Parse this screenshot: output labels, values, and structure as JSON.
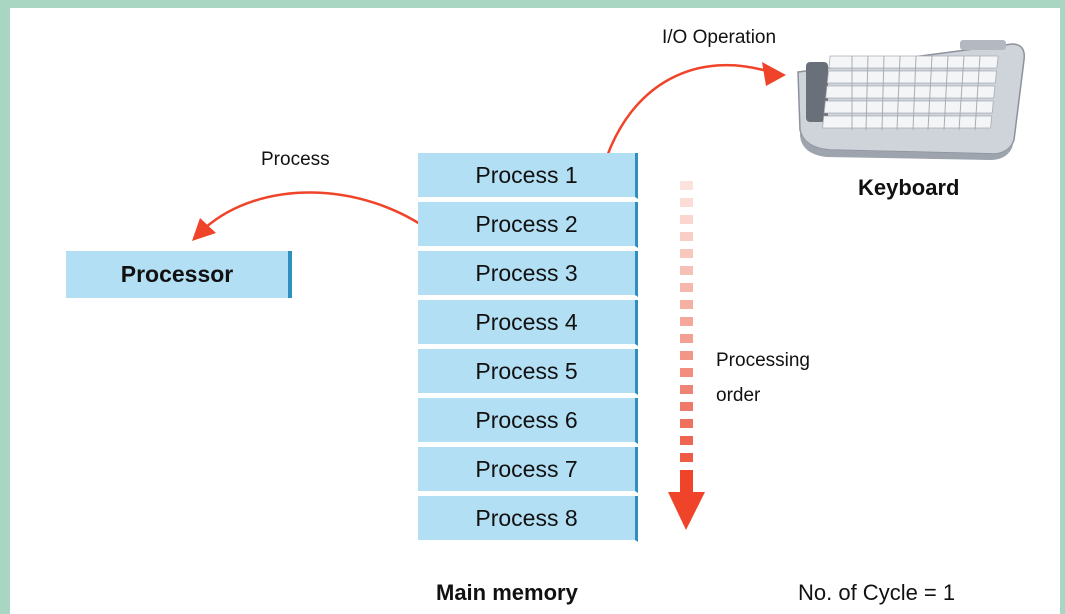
{
  "labels": {
    "io_operation": "I/O Operation",
    "process": "Process",
    "keyboard": "Keyboard",
    "processor": "Processor",
    "processing_order_line1": "Processing",
    "processing_order_line2": "order",
    "main_memory": "Main memory",
    "cycle_count": "No. of Cycle  = 1"
  },
  "memory": {
    "processes": [
      {
        "label": "Process 1"
      },
      {
        "label": "Process 2"
      },
      {
        "label": "Process 3"
      },
      {
        "label": "Process 4"
      },
      {
        "label": "Process 5"
      },
      {
        "label": "Process 6"
      },
      {
        "label": "Process 7"
      },
      {
        "label": "Process 8"
      }
    ]
  },
  "icons": {
    "keyboard": "keyboard-icon",
    "io_arrow": "curved-arrow-icon",
    "process_arrow": "curved-arrow-icon",
    "order_arrow": "down-arrow-icon"
  },
  "colors": {
    "background": "#a9d6c2",
    "box_fill": "#b2dff3",
    "box_edge": "#2f8fbe",
    "arrow": "#f0442a"
  }
}
